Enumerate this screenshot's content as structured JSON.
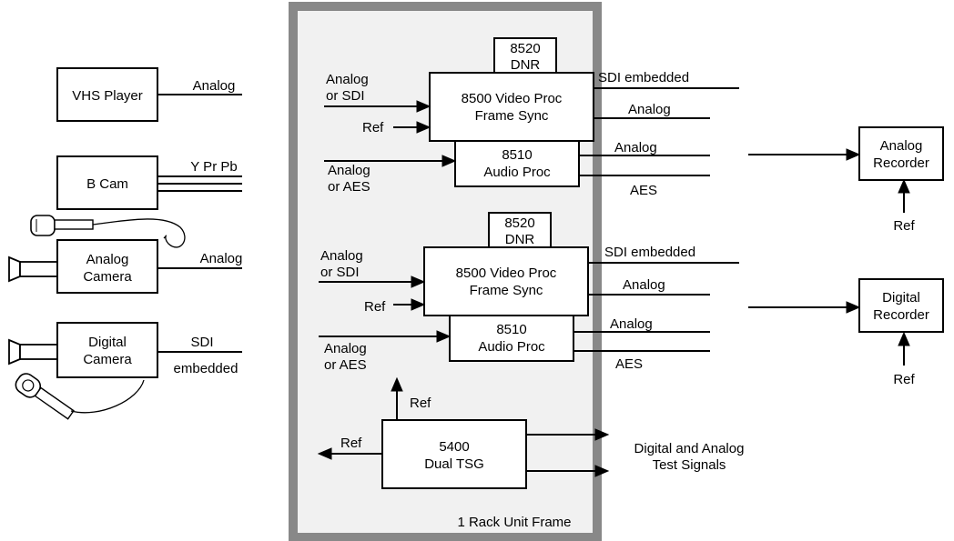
{
  "sources": {
    "vhs": {
      "name": "VHS Player",
      "output": "Analog"
    },
    "bcam": {
      "name": "B Cam",
      "output": "Y Pr Pb"
    },
    "analog_camera": {
      "name_line1": "Analog",
      "name_line2": "Camera",
      "output": "Analog"
    },
    "digital_camera": {
      "name_line1": "Digital",
      "name_line2": "Camera",
      "output_line1": "SDI",
      "output_line2": "embedded"
    }
  },
  "frame": {
    "caption": "1 Rack Unit Frame"
  },
  "channel1": {
    "dnr": {
      "line1": "8520",
      "line2": "DNR"
    },
    "video": {
      "line1": "8500 Video Proc",
      "line2": "Frame Sync"
    },
    "audio": {
      "line1": "8510",
      "line2": "Audio Proc"
    },
    "video_input": {
      "line1": "Analog",
      "line2": "or SDI"
    },
    "audio_input": {
      "line1": "Analog",
      "line2": "or AES"
    },
    "ref": "Ref",
    "outputs": {
      "sdi": "SDI embedded",
      "analog_video": "Analog",
      "analog_audio": "Analog",
      "aes": "AES"
    }
  },
  "channel2": {
    "dnr": {
      "line1": "8520",
      "line2": "DNR"
    },
    "video": {
      "line1": "8500 Video Proc",
      "line2": "Frame Sync"
    },
    "audio": {
      "line1": "8510",
      "line2": "Audio Proc"
    },
    "video_input": {
      "line1": "Analog",
      "line2": "or SDI"
    },
    "audio_input": {
      "line1": "Analog",
      "line2": "or AES"
    },
    "ref": "Ref",
    "outputs": {
      "sdi": "SDI embedded",
      "analog_video": "Analog",
      "analog_audio": "Analog",
      "aes": "AES"
    }
  },
  "tsg": {
    "line1": "5400",
    "line2": "Dual TSG",
    "ref_up": "Ref",
    "ref_left": "Ref",
    "output_line1": "Digital and Analog",
    "output_line2": "Test Signals"
  },
  "recorders": {
    "analog": {
      "line1": "Analog",
      "line2": "Recorder",
      "ref": "Ref"
    },
    "digital": {
      "line1": "Digital",
      "line2": "Recorder",
      "ref": "Ref"
    }
  }
}
